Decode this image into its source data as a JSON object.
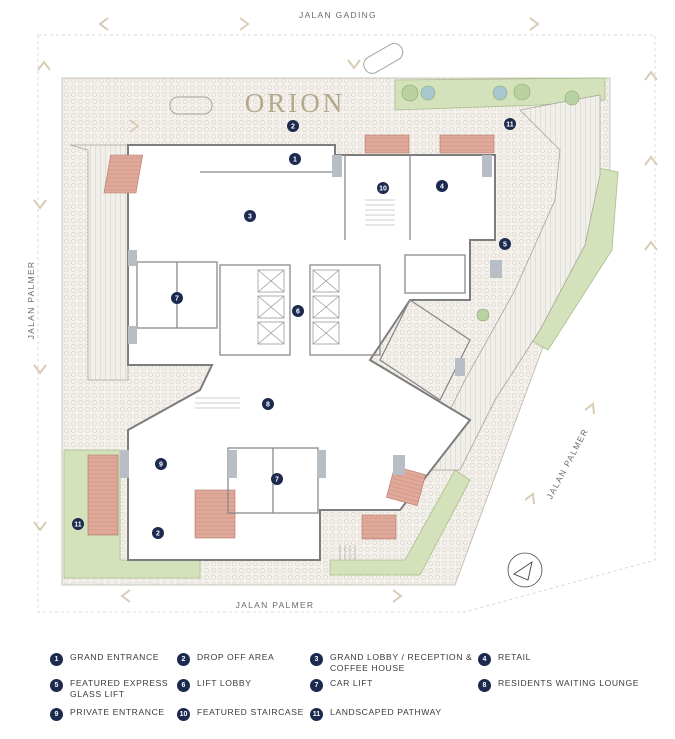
{
  "brand": "ORION",
  "streets": {
    "top": "JALAN GADING",
    "left": "JALAN PALMER",
    "bottom": "JALAN PALMER",
    "right": "JALAN PALMER"
  },
  "colors": {
    "marker": "#1c2a4f",
    "arrow": "#d9cbb5",
    "green": "#c9dcae",
    "brick": "#d6a496",
    "wall": "#9a9a9a",
    "glass": "#b8bec5"
  },
  "markers": [
    {
      "num": "1"
    },
    {
      "num": "2"
    },
    {
      "num": "3"
    },
    {
      "num": "4"
    },
    {
      "num": "10"
    },
    {
      "num": "5"
    },
    {
      "num": "6"
    },
    {
      "num": "7"
    },
    {
      "num": "7"
    },
    {
      "num": "8"
    },
    {
      "num": "9"
    },
    {
      "num": "2"
    },
    {
      "num": "11"
    },
    {
      "num": "11"
    }
  ],
  "legend": [
    {
      "num": "1",
      "label": "GRAND ENTRANCE"
    },
    {
      "num": "2",
      "label": "DROP OFF AREA"
    },
    {
      "num": "3",
      "label": "GRAND LOBBY / RECEPTION & COFFEE HOUSE"
    },
    {
      "num": "4",
      "label": "RETAIL"
    },
    {
      "num": "5",
      "label": "FEATURED EXPRESS GLASS LIFT"
    },
    {
      "num": "6",
      "label": "LIFT LOBBY"
    },
    {
      "num": "7",
      "label": "CAR LIFT"
    },
    {
      "num": "8",
      "label": "RESIDENTS WAITING LOUNGE"
    },
    {
      "num": "9",
      "label": "PRIVATE ENTRANCE"
    },
    {
      "num": "10",
      "label": "FEATURED STAIRCASE"
    },
    {
      "num": "11",
      "label": "LANDSCAPED PATHWAY"
    }
  ],
  "north_arrow": "north-arrow-icon"
}
